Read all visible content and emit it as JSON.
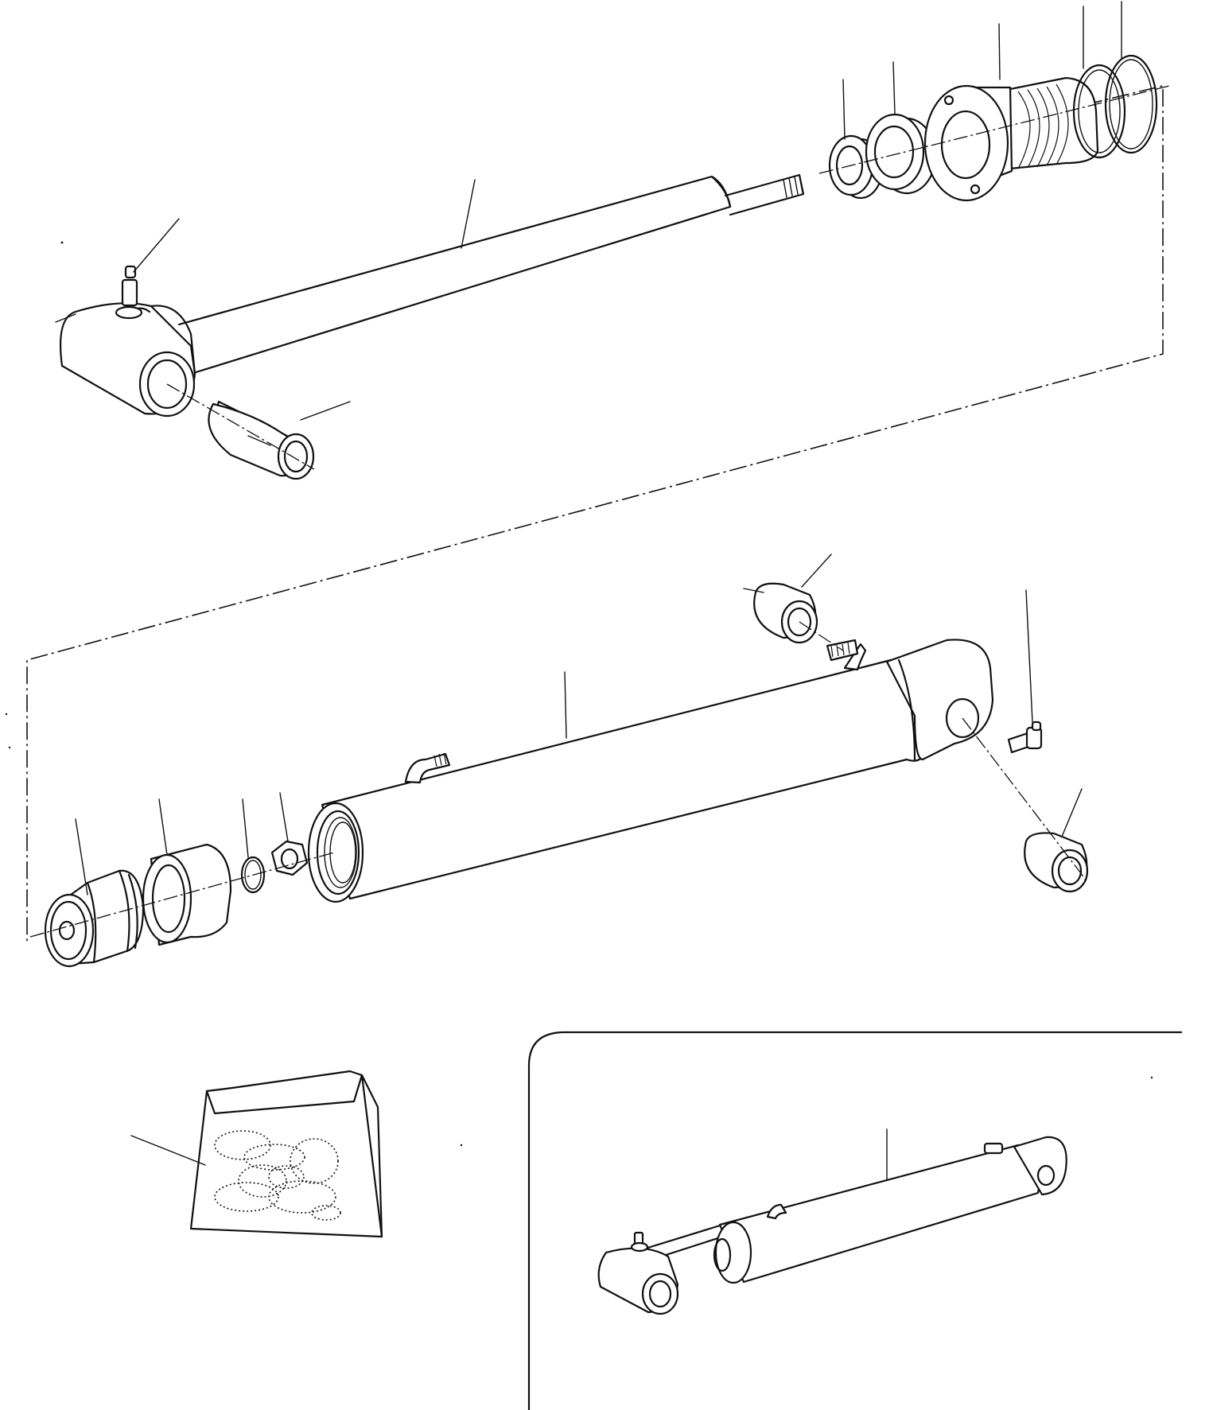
{
  "drawing": {
    "line_color": "#111111",
    "background": "#ffffff",
    "parts": [
      {
        "name": "piston-rod-with-eye",
        "icon": "rod-eye-icon"
      },
      {
        "name": "grease-nipple",
        "icon": "grease-nipple-icon"
      },
      {
        "name": "bushing",
        "icon": "bushing-icon"
      },
      {
        "name": "wiper-seal",
        "icon": "seal-icon"
      },
      {
        "name": "rod-seal",
        "icon": "seal-icon"
      },
      {
        "name": "cylinder-head",
        "icon": "cylinder-head-icon"
      },
      {
        "name": "o-ring",
        "icon": "o-ring-icon"
      },
      {
        "name": "backup-ring",
        "icon": "ring-icon"
      },
      {
        "name": "cylinder-barrel",
        "icon": "barrel-icon"
      },
      {
        "name": "piston",
        "icon": "piston-icon"
      },
      {
        "name": "piston-seal",
        "icon": "seal-icon"
      },
      {
        "name": "lock-nut",
        "icon": "nut-icon"
      },
      {
        "name": "seal-kit",
        "icon": "seal-kit-icon"
      },
      {
        "name": "assembled-cylinder",
        "icon": "hydraulic-cylinder-icon"
      }
    ]
  }
}
